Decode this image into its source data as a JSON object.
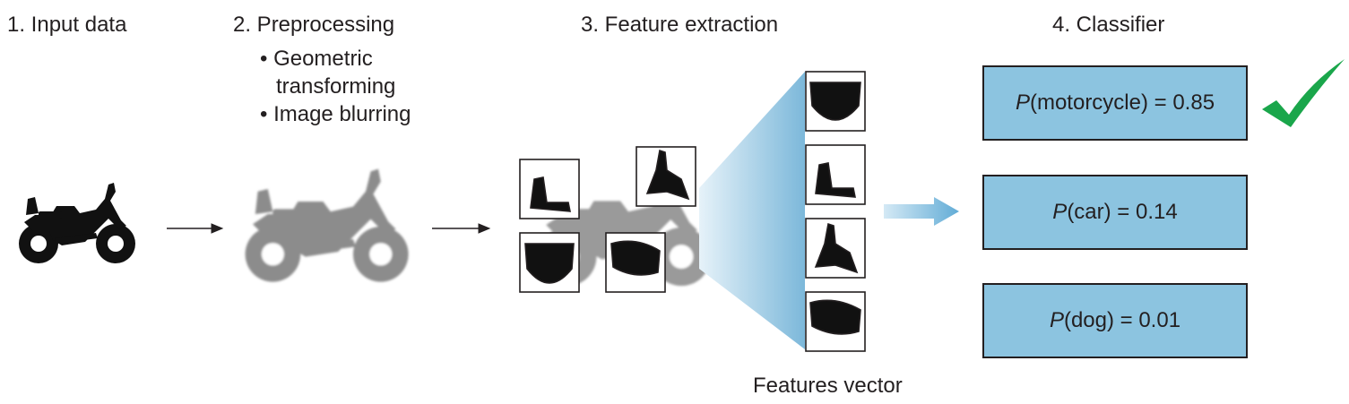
{
  "stages": [
    {
      "label": "1. Input data"
    },
    {
      "label": "2. Preprocessing"
    },
    {
      "label": "3. Feature extraction"
    },
    {
      "label": "4. Classifier"
    }
  ],
  "preprocessing_steps": [
    "• Geometric",
    "transforming",
    "• Image blurring"
  ],
  "classifier_outputs": [
    {
      "symbol": "P",
      "text": "(motorcycle) = 0.85",
      "selected": true
    },
    {
      "symbol": "P",
      "text": "(car) = 0.14",
      "selected": false
    },
    {
      "symbol": "P",
      "text": "(dog) = 0.01",
      "selected": false
    }
  ],
  "features_caption": "Features vector",
  "icons": [
    "motorcycle-icon",
    "checkmark-icon",
    "arrow-right-icon"
  ],
  "colors": {
    "box_fill": "#8cc4e0",
    "check": "#1aa64b",
    "arrow": "#6fb3d8",
    "ink": "#231f20"
  }
}
